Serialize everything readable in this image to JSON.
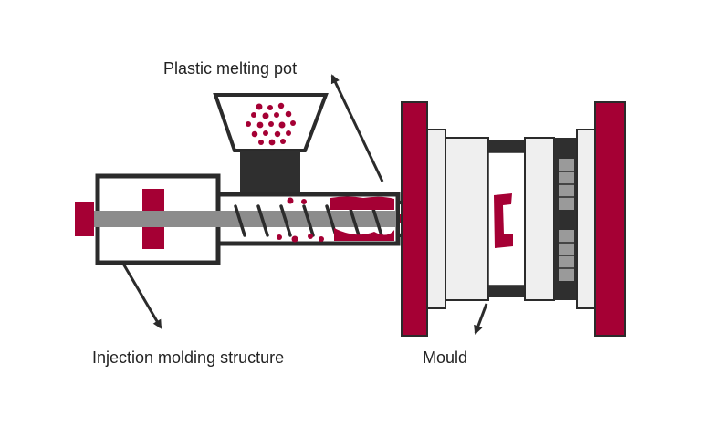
{
  "labels": {
    "plastic_melting_pot": "Plastic melting pot",
    "injection_molding_structure": "Injection molding structure",
    "mould": "Mould"
  },
  "colors": {
    "accent": "#a50034",
    "outline": "#2b2b2b",
    "screw": "#8c8c8c",
    "light_plate": "#efefef",
    "dark_block": "#2f2f2f",
    "grip_grey": "#9a9a9a"
  }
}
